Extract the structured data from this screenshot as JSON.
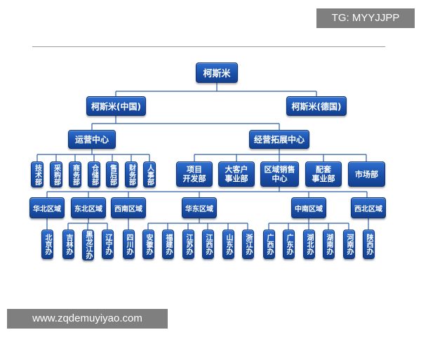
{
  "watermarks": {
    "top": "TG: MYYJJPP",
    "bottom": "www.zqdemuyiyao.com"
  },
  "org": {
    "root": "柯斯米",
    "l2": {
      "china": "柯斯米(中国)",
      "germany": "柯斯米(德国)"
    },
    "l3": {
      "ops": "运营中心",
      "biz": "经营拓展中心"
    },
    "ops_depts": [
      "技术部",
      "采购部",
      "商务部",
      "仓储部",
      "售后部",
      "财务部",
      "人事部"
    ],
    "biz_depts": [
      "项目\n开发部",
      "大客户\n事业部",
      "区域销售\n中心",
      "配套\n事业部",
      "市场部"
    ],
    "regions": [
      "华北区域",
      "东北区域",
      "西南区域",
      "华东区域",
      "中南区域",
      "西北区域"
    ],
    "offices": [
      "北京办",
      "吉林办",
      "黑龙江办",
      "辽宁办",
      "四川办",
      "安徽办",
      "福建办",
      "江苏办",
      "江西办",
      "山东办",
      "浙江办",
      "广西办",
      "广东办",
      "湖北办",
      "湖南办",
      "河南办",
      "陕西办"
    ]
  },
  "colors": {
    "box_top": "#2f6fd0",
    "box_bottom": "#13408f",
    "line": "#2a5caa"
  }
}
